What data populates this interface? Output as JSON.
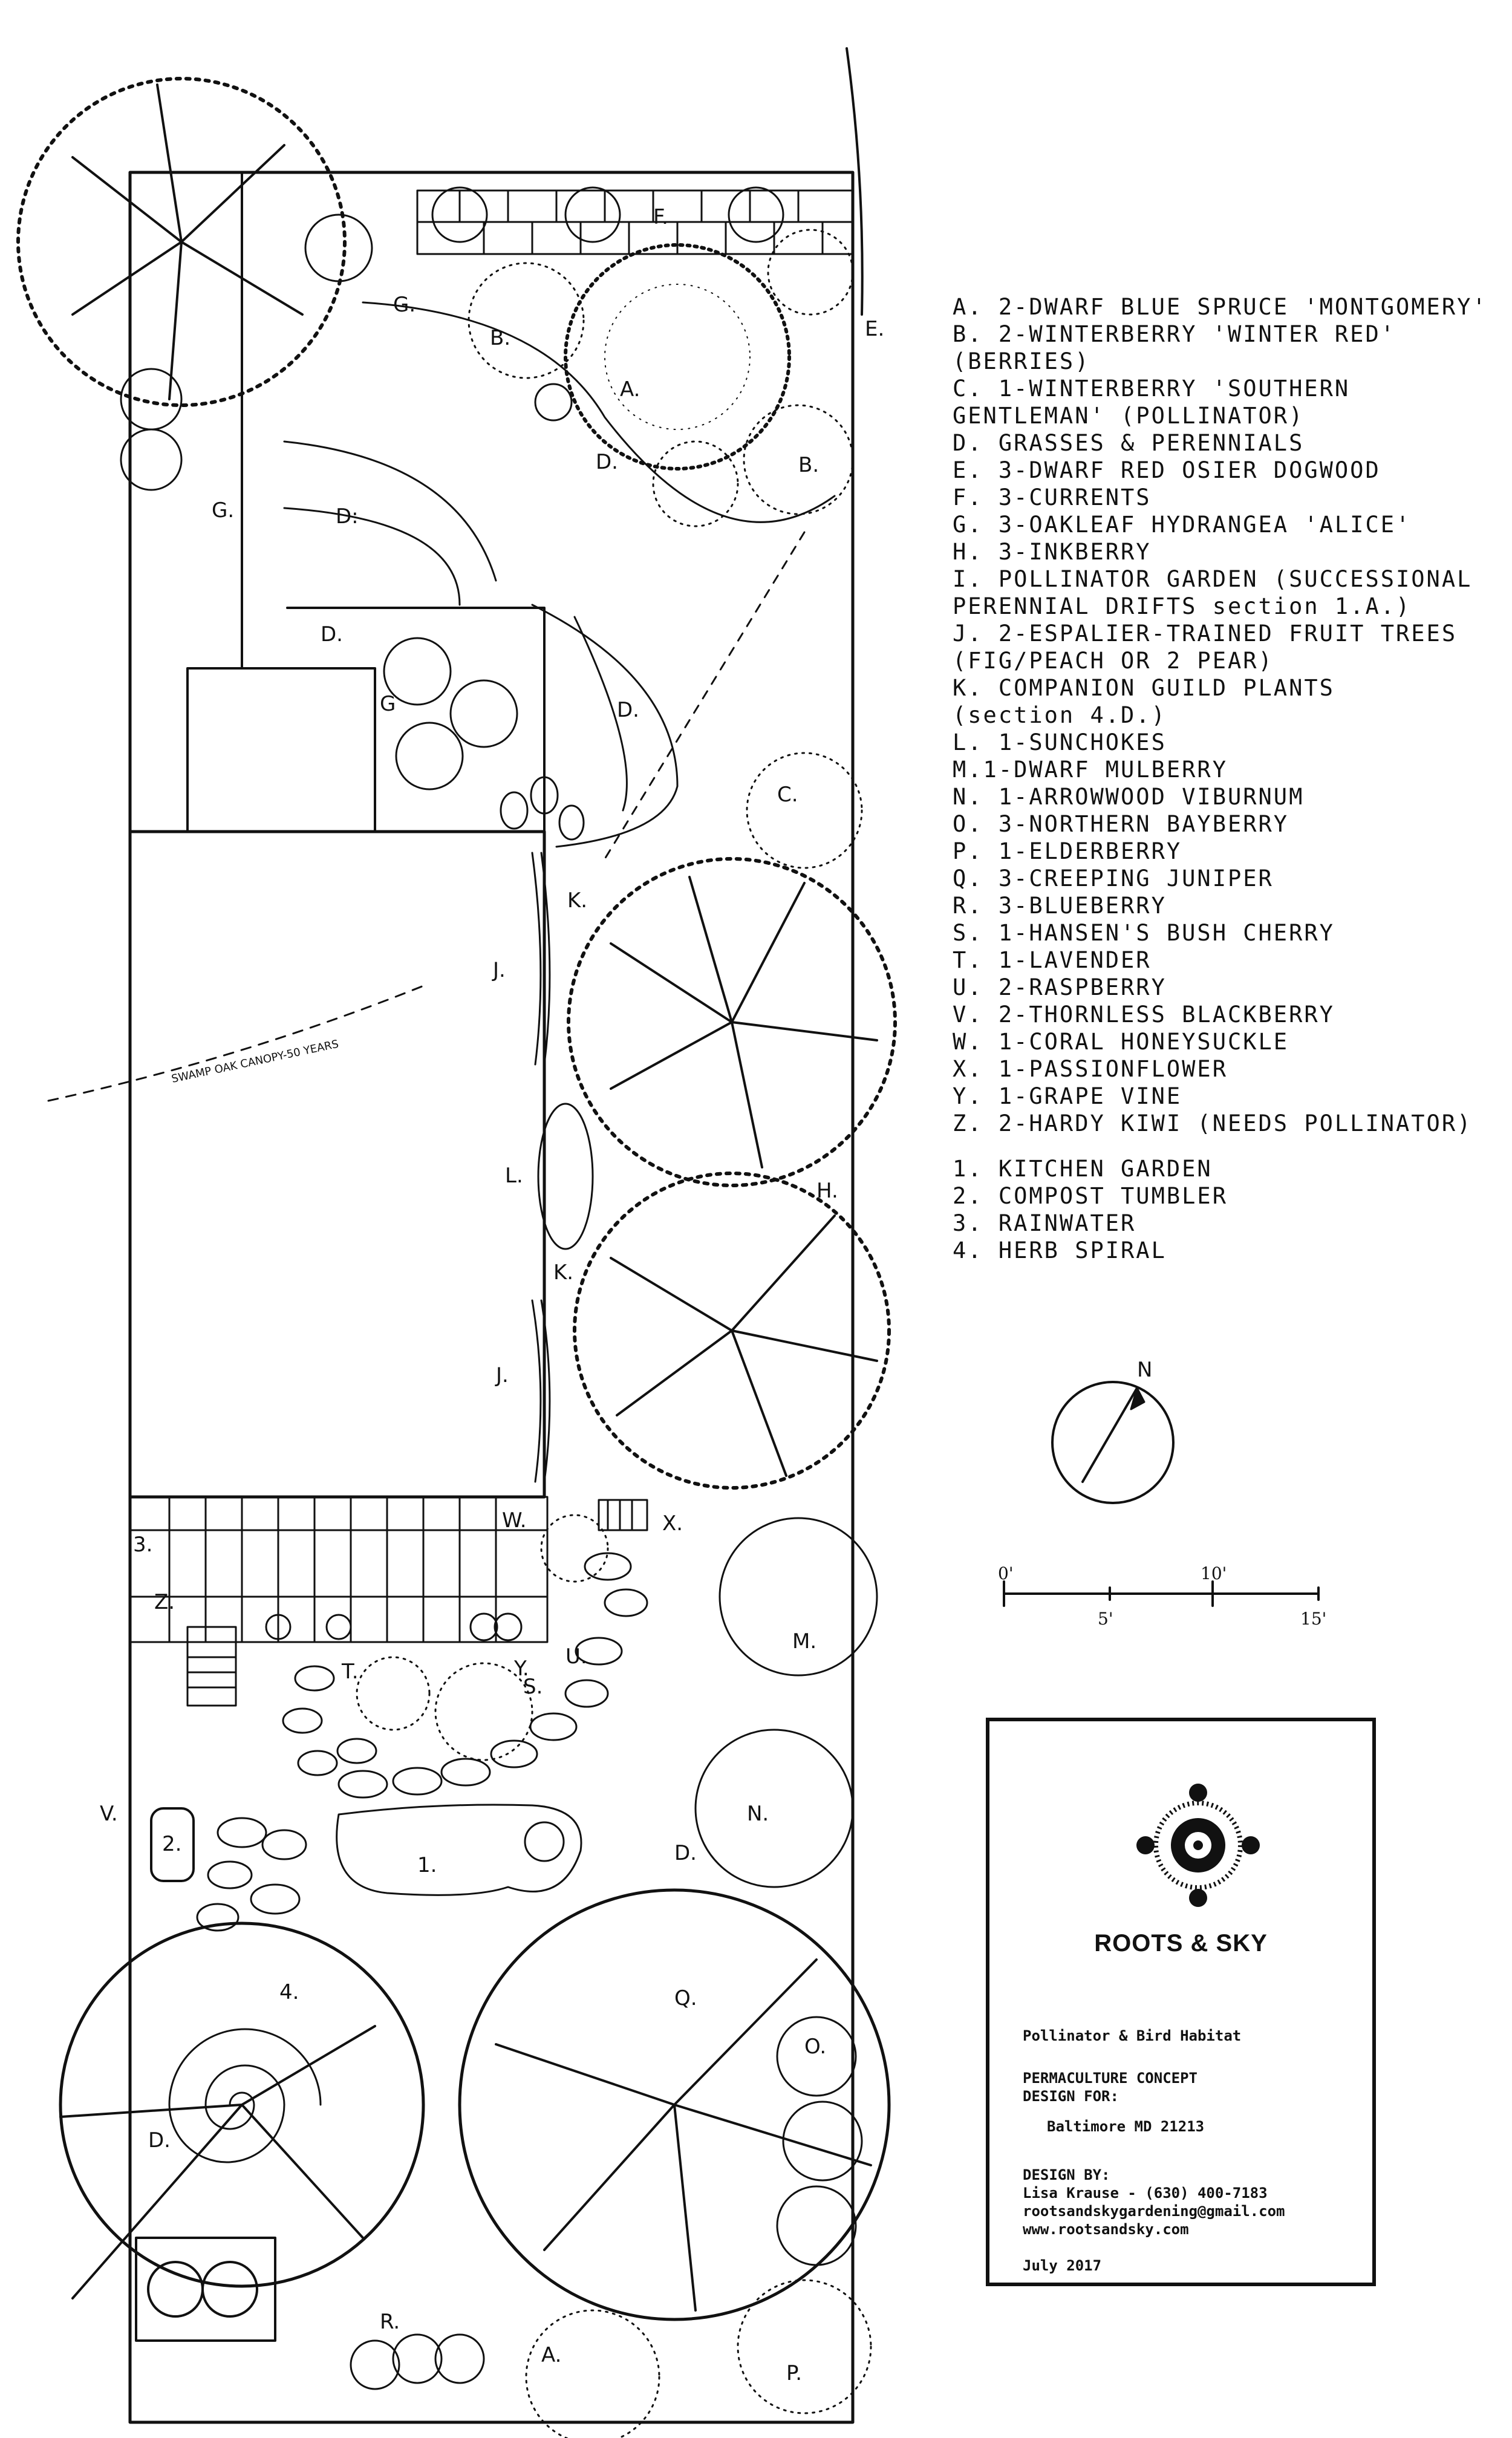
{
  "plan_labels": {
    "f_top": "F.",
    "e": "E.",
    "g1": "G.",
    "b1": "B.",
    "a1": "A.",
    "d1": "D.",
    "b2": "B.",
    "g2": "G.",
    "d2": "D:",
    "d3": "D.",
    "d4": "D.",
    "g3": "G",
    "c": "C.",
    "k1": "K.",
    "j1": "J.",
    "l": "L.",
    "k2": "K.",
    "j2": "J.",
    "h": "H.",
    "oak_note": "SWAMP OAK CANOPY-50 YEARS",
    "three": "3.",
    "w": "W.",
    "x": "X.",
    "z": "Z.",
    "m": "M.",
    "t": "T.",
    "y": "Y.",
    "s": "S.",
    "u": "U.",
    "v": "V.",
    "two": "2.",
    "one": "1.",
    "n": "N.",
    "d5": "D.",
    "four": "4.",
    "q": "Q.",
    "o": "O.",
    "d6": "D.",
    "r": "R.",
    "a2": "A.",
    "p": "P."
  },
  "legend": {
    "species": [
      "A. 2-DWARF BLUE SPRUCE 'MONTGOMERY'",
      "B. 2-WINTERBERRY 'WINTER RED'",
      "(BERRIES)",
      "C. 1-WINTERBERRY 'SOUTHERN",
      "GENTLEMAN' (POLLINATOR)",
      "D. GRASSES & PERENNIALS",
      "E. 3-DWARF RED OSIER DOGWOOD",
      "F. 3-CURRENTS",
      "G. 3-OAKLEAF HYDRANGEA 'ALICE'",
      "H. 3-INKBERRY",
      "I. POLLINATOR GARDEN (SUCCESSIONAL",
      "PERENNIAL DRIFTS section 1.A.)",
      "J. 2-ESPALIER-TRAINED FRUIT TREES",
      "(FIG/PEACH OR 2 PEAR)",
      "K. COMPANION GUILD PLANTS",
      "(section 4.D.)",
      "L. 1-SUNCHOKES",
      "M.1-DWARF MULBERRY",
      "N. 1-ARROWWOOD VIBURNUM",
      "O. 3-NORTHERN BAYBERRY",
      "P. 1-ELDERBERRY",
      "Q. 3-CREEPING JUNIPER",
      "R. 3-BLUEBERRY",
      "S. 1-HANSEN'S BUSH CHERRY",
      "T. 1-LAVENDER",
      "U. 2-RASPBERRY",
      "V. 2-THORNLESS BLACKBERRY",
      "W. 1-CORAL HONEYSUCKLE",
      "X. 1-PASSIONFLOWER",
      "Y. 1-GRAPE VINE",
      "Z. 2-HARDY KIWI (NEEDS POLLINATOR)"
    ],
    "features": [
      "1. KITCHEN GARDEN",
      "2. COMPOST TUMBLER",
      "3. RAINWATER",
      "4. HERB SPIRAL"
    ]
  },
  "compass": {
    "north_label": "N",
    "icon": "north-arrow-icon"
  },
  "scale_bar": {
    "t0": "0'",
    "t10": "10'",
    "t5": "5'",
    "t15": "15'"
  },
  "title_block": {
    "brand": "ROOTS & SKY",
    "project": "Pollinator & Bird Habitat",
    "concept_1": "PERMACULTURE CONCEPT",
    "concept_2": "DESIGN FOR:",
    "location": "Baltimore MD 21213",
    "design_by": "DESIGN BY:",
    "designer": "Lisa Krause - (630) 400-7183",
    "email": "rootsandskygardening@gmail.com",
    "website": "www.rootsandsky.com",
    "date": "July 2017"
  }
}
